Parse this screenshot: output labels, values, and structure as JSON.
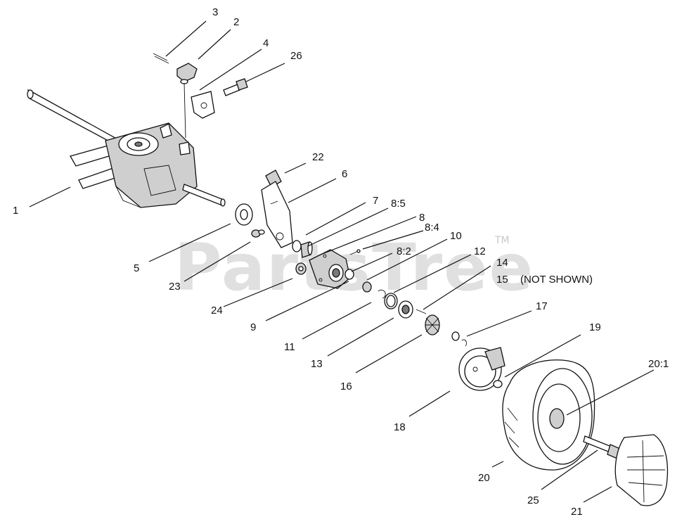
{
  "watermark": {
    "text": "PartsTree",
    "tm": "TM"
  },
  "labels": {
    "l1": "1",
    "l2": "2",
    "l3": "3",
    "l4": "4",
    "l26": "26",
    "l22": "22",
    "l6": "6",
    "l7": "7",
    "l85": "8:5",
    "l8": "8",
    "l84": "8:4",
    "l10": "10",
    "l82": "8:2",
    "l12": "12",
    "l14": "14",
    "l15": "15",
    "l15note": "(NOT SHOWN)",
    "l17": "17",
    "l19": "19",
    "l201": "20:1",
    "l5": "5",
    "l23": "23",
    "l24": "24",
    "l9": "9",
    "l11": "11",
    "l13": "13",
    "l16": "16",
    "l18": "18",
    "l20": "20",
    "l25": "25",
    "l21": "21"
  }
}
